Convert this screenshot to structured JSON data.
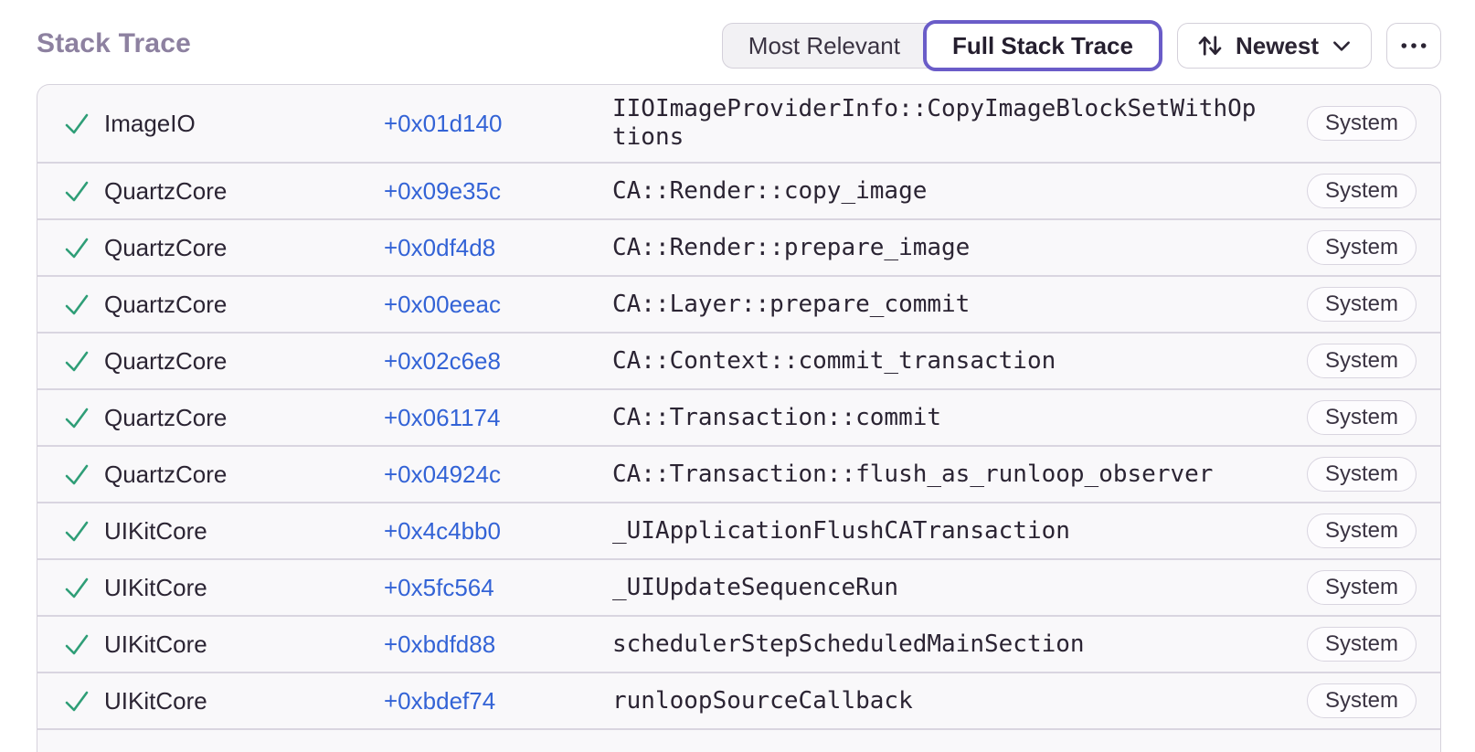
{
  "header": {
    "title": "Stack Trace",
    "view_toggle": {
      "options": [
        {
          "label": "Most Relevant",
          "selected": false
        },
        {
          "label": "Full Stack Trace",
          "selected": true
        }
      ]
    },
    "sort_button": {
      "label": "Newest",
      "icon": "sort-arrows-icon",
      "chevron": "chevron-down-icon"
    },
    "more_button": {
      "icon": "ellipsis-icon"
    }
  },
  "colors": {
    "accent_purple": "#6a5cc8",
    "link_blue": "#3363d6",
    "check_green": "#2f9e77",
    "title_color": "#8d81a0",
    "row_background": "#f9f8fa",
    "separator": "#d9d5e0",
    "text_dark": "#2b2433"
  },
  "stack_trace": {
    "frames": [
      {
        "module": "ImageIO",
        "address": "+0x01d140",
        "function": "IIOImageProviderInfo::CopyImageBlockSetWithOptions",
        "badge": "System"
      },
      {
        "module": "QuartzCore",
        "address": "+0x09e35c",
        "function": "CA::Render::copy_image",
        "badge": "System"
      },
      {
        "module": "QuartzCore",
        "address": "+0x0df4d8",
        "function": "CA::Render::prepare_image",
        "badge": "System"
      },
      {
        "module": "QuartzCore",
        "address": "+0x00eeac",
        "function": "CA::Layer::prepare_commit",
        "badge": "System"
      },
      {
        "module": "QuartzCore",
        "address": "+0x02c6e8",
        "function": "CA::Context::commit_transaction",
        "badge": "System"
      },
      {
        "module": "QuartzCore",
        "address": "+0x061174",
        "function": "CA::Transaction::commit",
        "badge": "System"
      },
      {
        "module": "QuartzCore",
        "address": "+0x04924c",
        "function": "CA::Transaction::flush_as_runloop_observer",
        "badge": "System"
      },
      {
        "module": "UIKitCore",
        "address": "+0x4c4bb0",
        "function": "_UIApplicationFlushCATransaction",
        "badge": "System"
      },
      {
        "module": "UIKitCore",
        "address": "+0x5fc564",
        "function": "_UIUpdateSequenceRun",
        "badge": "System"
      },
      {
        "module": "UIKitCore",
        "address": "+0xbdfd88",
        "function": "schedulerStepScheduledMainSection",
        "badge": "System"
      },
      {
        "module": "UIKitCore",
        "address": "+0xbdef74",
        "function": "runloopSourceCallback",
        "badge": "System"
      }
    ]
  }
}
